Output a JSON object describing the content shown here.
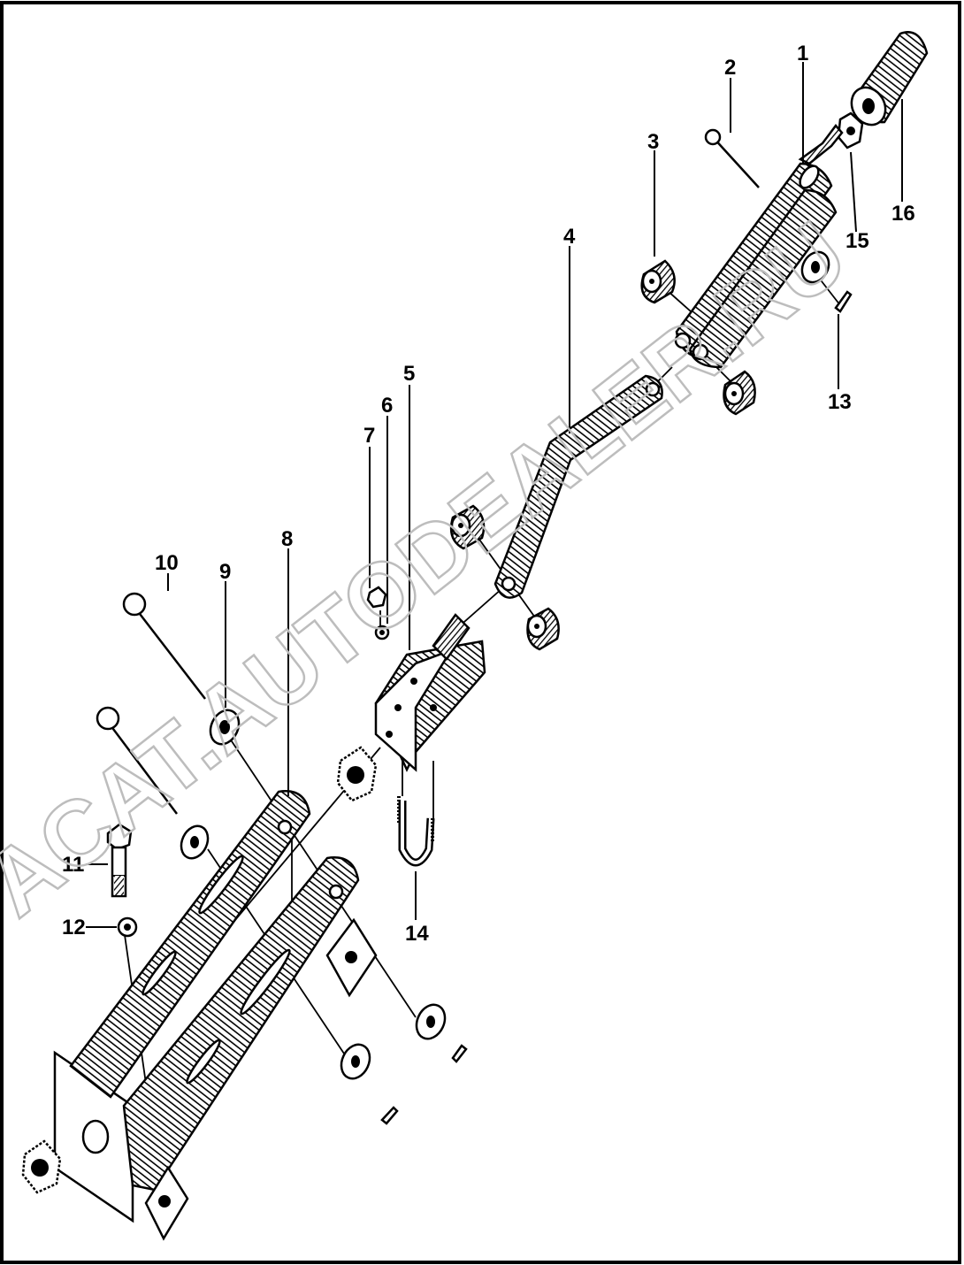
{
  "watermark": "ACAT.AUTODEALER.RU",
  "callouts": [
    "1",
    "2",
    "3",
    "4",
    "5",
    "6",
    "7",
    "8",
    "9",
    "10",
    "11",
    "12",
    "13",
    "14",
    "15",
    "16"
  ]
}
